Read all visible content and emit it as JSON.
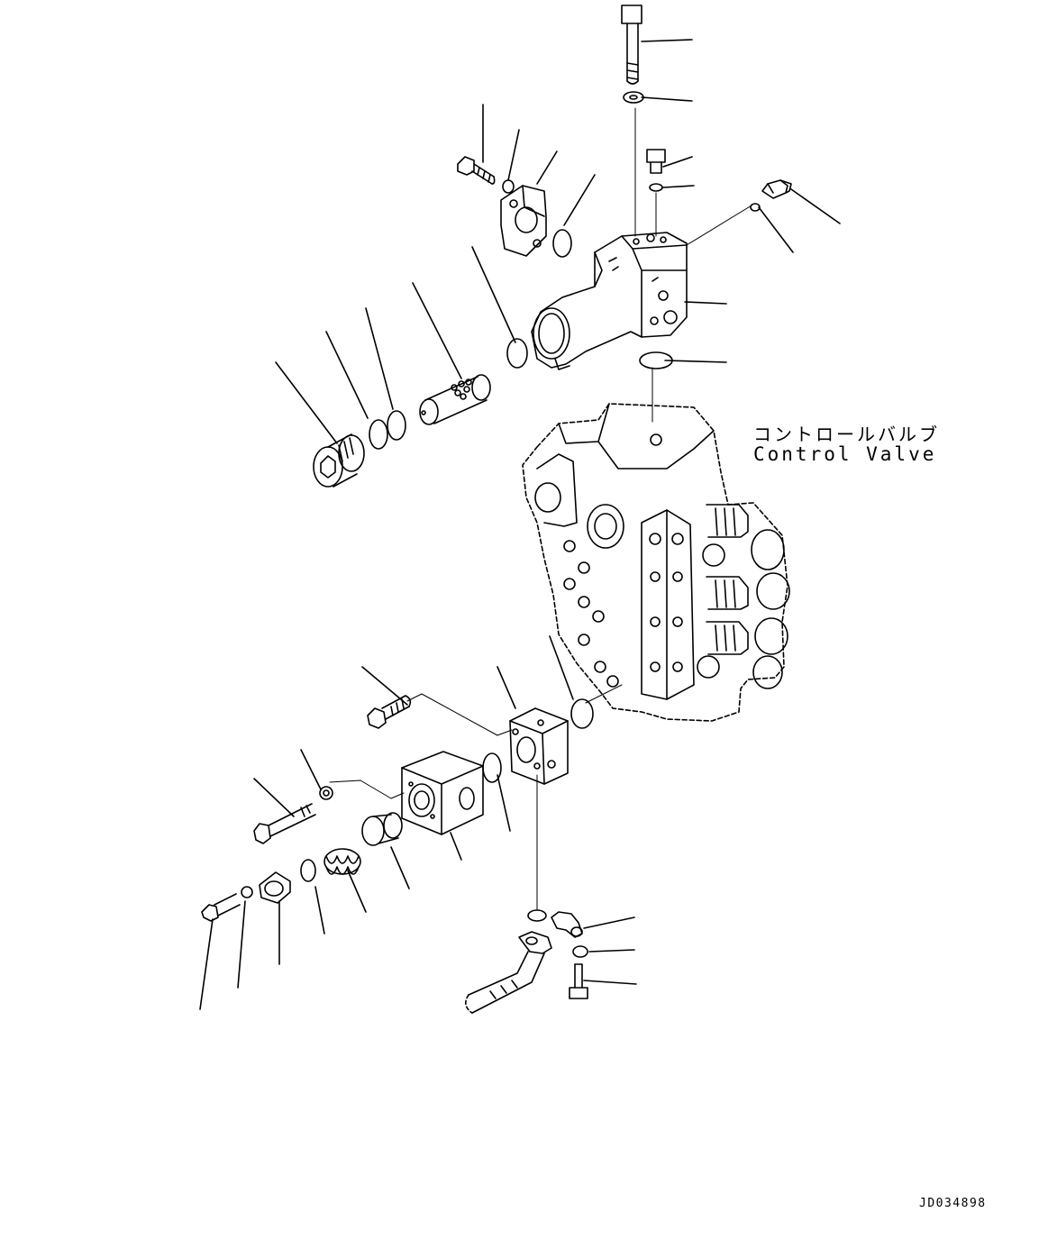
{
  "diagram": {
    "callout_jp": "コントロールバルブ",
    "callout_en": "Control Valve",
    "drawing_id": "JD034898"
  },
  "icons": {
    "main_part": "control-valve-icon",
    "fasteners": "bolt-icon"
  },
  "colors": {
    "line": "#000000",
    "background": "#ffffff"
  }
}
